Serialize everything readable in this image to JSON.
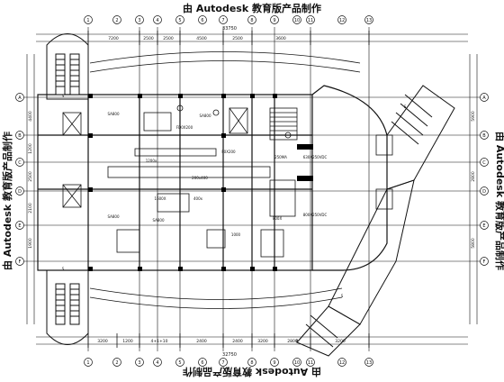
{
  "watermark": {
    "text": "由 Autodesk 教育版产品制作"
  },
  "grid": {
    "top_bubbles": [
      "1",
      "2",
      "3",
      "4",
      "5",
      "6",
      "7",
      "8",
      "9",
      "10",
      "11",
      "12",
      "13"
    ],
    "bottom_bubbles": [
      "1",
      "2",
      "3",
      "4",
      "5",
      "6",
      "7",
      "8",
      "9",
      "10",
      "11",
      "12",
      "13"
    ],
    "left_bubbles": [
      "A",
      "B",
      "C",
      "D",
      "E",
      "F"
    ],
    "right_bubbles": [
      "A",
      "B",
      "C",
      "D",
      "E",
      "F"
    ]
  },
  "dimensions": {
    "top_total": "33750",
    "top_segments": [
      "7200",
      "2500",
      "2500",
      "4500",
      "2500",
      "3600"
    ],
    "bottom_total": "32750",
    "bottom_segments": [
      "3200",
      "1200",
      "4+1+10",
      "2400",
      "2400",
      "3200",
      "2800",
      "3200"
    ],
    "left_segments": [
      "4400",
      "1200",
      "2500",
      "2100",
      "1900"
    ],
    "right_segments": [
      "5900",
      "2800",
      "5800"
    ]
  },
  "labels": {
    "room_labels": [
      "SA800",
      "SA800",
      "SA800",
      "SA800",
      "200x400",
      "FD0X200",
      "630X250VDC",
      "800X250VDC",
      "F0X200",
      "1200x",
      "1600X",
      "400x",
      "1000",
      "800X",
      "250MA"
    ],
    "annotation_labels": [
      "S",
      "S",
      "S",
      "S",
      "B"
    ]
  },
  "colors": {
    "line": "#111111",
    "fill": "#000000",
    "background": "#ffffff"
  }
}
